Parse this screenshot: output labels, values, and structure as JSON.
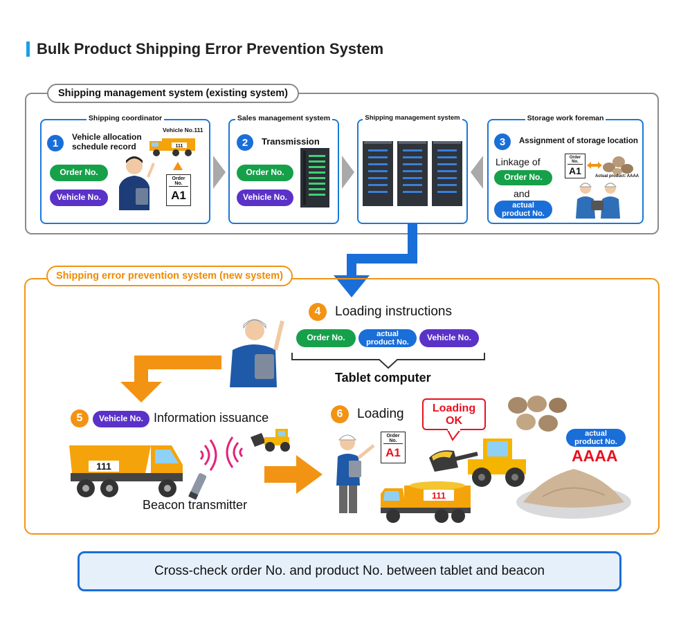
{
  "title": "Bulk Product Shipping Error Prevention System",
  "existing_system": {
    "label": "Shipping management system (existing system)",
    "panels": [
      {
        "title": "Shipping coordinator",
        "step": "1",
        "heading_line1": "Vehicle allocation",
        "heading_line2": "schedule record",
        "vehicle_label": "Vehicle No.111",
        "truck_number": "111",
        "card_label": "Order No.",
        "card_value": "A1",
        "tag_order": "Order No.",
        "tag_vehicle": "Vehicle No."
      },
      {
        "title": "Sales management system",
        "step": "2",
        "heading": "Transmission",
        "tag_order": "Order No.",
        "tag_vehicle": "Vehicle No."
      },
      {
        "title": "Shipping management system"
      },
      {
        "title": "Storage work foreman",
        "step": "3",
        "heading": "Assignment of storage location",
        "linkage": "Linkage of",
        "tag_order": "Order No.",
        "and": "and",
        "tag_product_line1": "actual",
        "tag_product_line2": "product No.",
        "card_label": "Order No.",
        "card_value": "A1",
        "actual_product": "Actual product: AAAA"
      }
    ]
  },
  "new_system": {
    "label": "Shipping error prevention system (new system)",
    "step4": {
      "num": "4",
      "heading": "Loading instructions",
      "tag_order": "Order No.",
      "tag_product_line1": "actual",
      "tag_product_line2": "product No.",
      "tag_vehicle": "Vehicle No.",
      "device": "Tablet computer"
    },
    "step5": {
      "num": "5",
      "tag_vehicle": "Vehicle No.",
      "heading": "Information issuance",
      "truck_number": "111",
      "beacon": "Beacon transmitter"
    },
    "step6": {
      "num": "6",
      "heading": "Loading",
      "bubble_line1": "Loading",
      "bubble_line2": "OK",
      "card_label": "Order No.",
      "card_value": "A1",
      "truck_number": "111",
      "tag_product_line1": "actual",
      "tag_product_line2": "product No.",
      "product_value": "AAAA"
    }
  },
  "footer": "Cross-check order No. and product No. between tablet and beacon",
  "colors": {
    "blue": "#1a6ed8",
    "orange": "#f39313",
    "green": "#16a04a",
    "purple": "#5a32c8",
    "red": "#e8101e",
    "gray_border": "#8a8a8a"
  }
}
